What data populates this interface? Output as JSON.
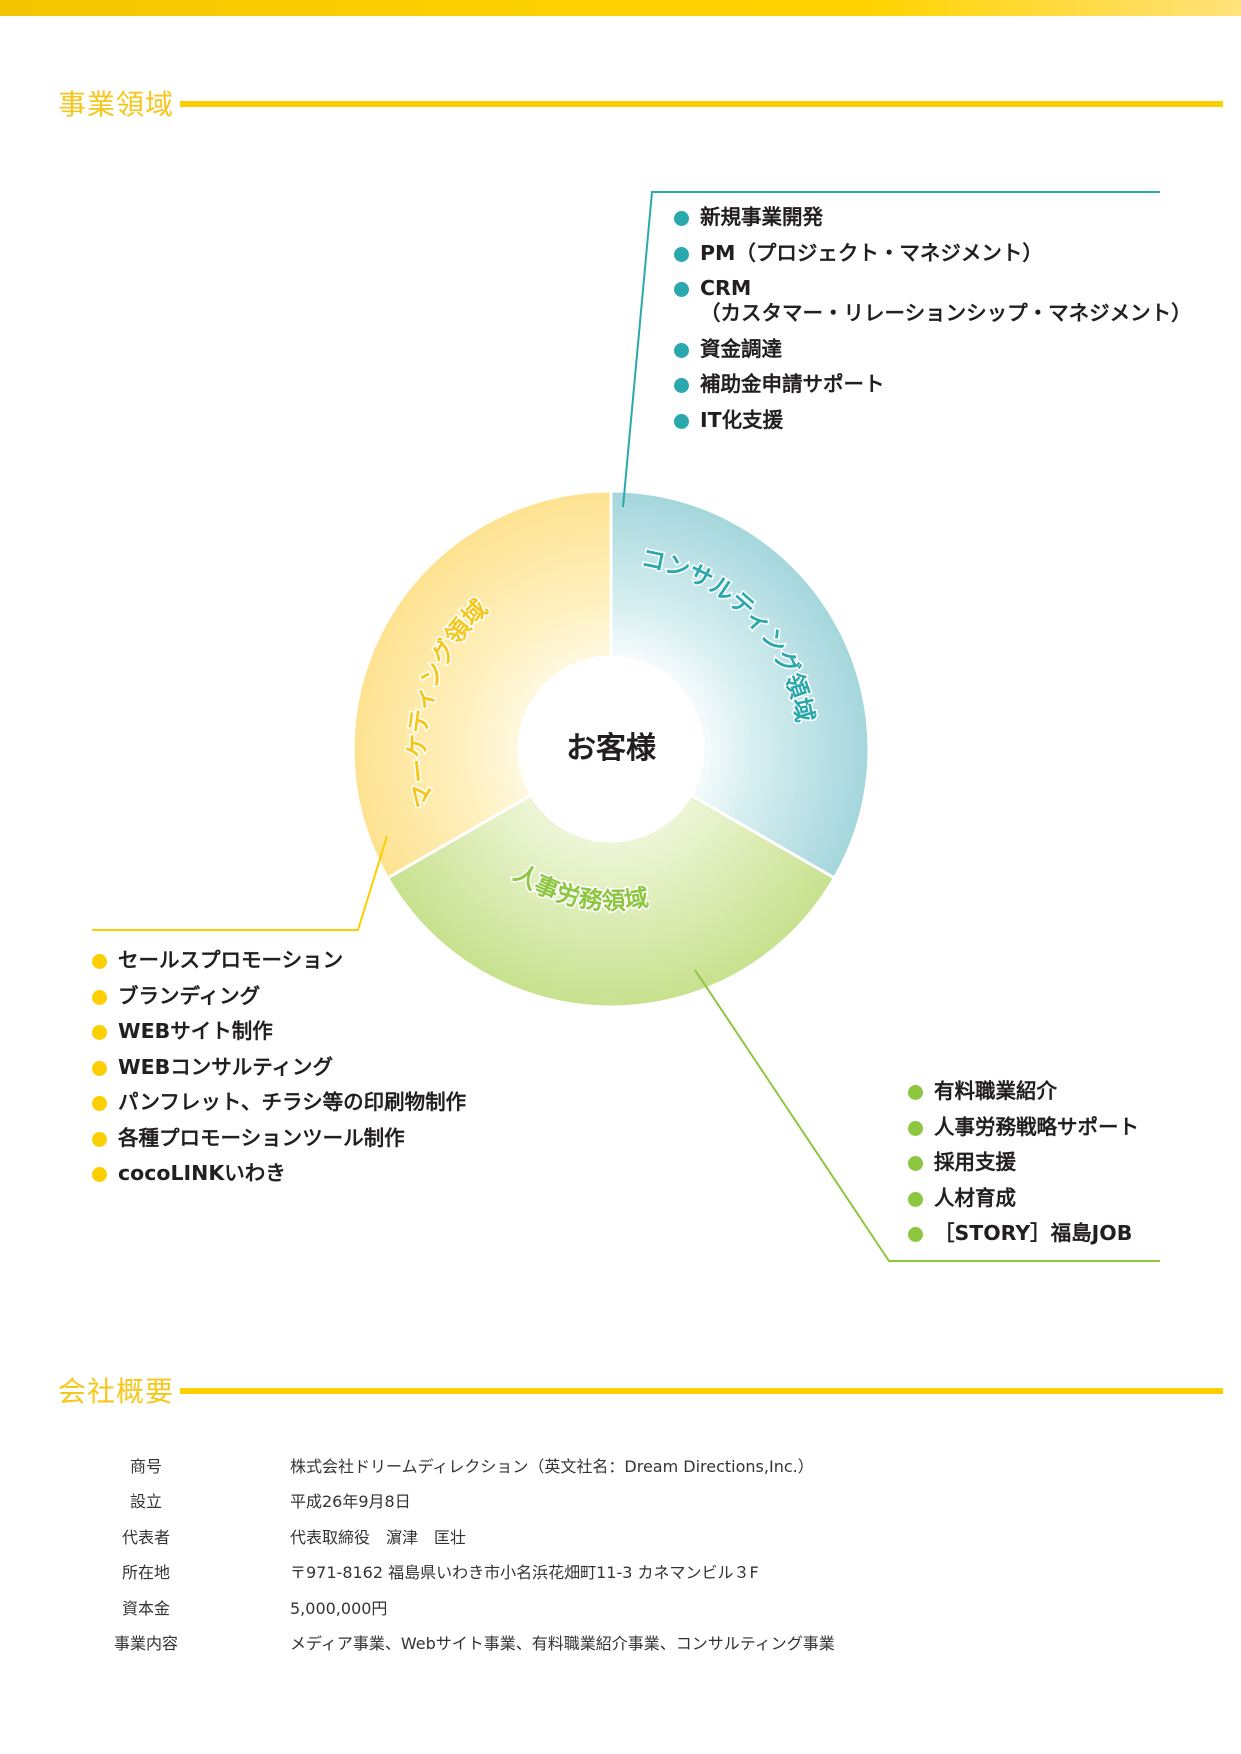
{
  "sections": {
    "business_domains": {
      "title": "事業領域"
    },
    "company_profile": {
      "title": "会社概要"
    }
  },
  "diagram": {
    "center_label": "お客様",
    "segments": [
      {
        "id": "consulting",
        "label": "コンサルティング領域",
        "color": "#2aa9ad"
      },
      {
        "id": "hr",
        "label": "人事労務領域",
        "color": "#8dc63f"
      },
      {
        "id": "marketing",
        "label": "マーケティング領域",
        "color": "#f6c61b"
      }
    ]
  },
  "consulting_items": [
    {
      "label": "新規事業開発"
    },
    {
      "label": "PM（プロジェクト・マネジメント）"
    },
    {
      "label": "CRM",
      "sub": "（カスタマー・リレーションシップ・マネジメント）"
    },
    {
      "label": "資金調達"
    },
    {
      "label": "補助金申請サポート"
    },
    {
      "label": "IT化支援"
    }
  ],
  "marketing_items": [
    {
      "label": "セールスプロモーション"
    },
    {
      "label": "ブランディング"
    },
    {
      "label": "WEBサイト制作"
    },
    {
      "label": "WEBコンサルティング"
    },
    {
      "label": "パンフレット、チラシ等の印刷物制作"
    },
    {
      "label": "各種プロモーションツール制作"
    },
    {
      "label": "cocoLINKいわき"
    }
  ],
  "hr_items": [
    {
      "label": "有料職業紹介"
    },
    {
      "label": "人事労務戦略サポート"
    },
    {
      "label": "採用支援"
    },
    {
      "label": "人材育成"
    },
    {
      "label": "［STORY］福島JOB"
    }
  ],
  "company_profile": [
    {
      "key": "商号",
      "value": "株式会社ドリームディレクション（英文社名：Dream Directions,Inc.）"
    },
    {
      "key": "設立",
      "value": "平成26年9月8日"
    },
    {
      "key": "代表者",
      "value": "代表取締役　濵津　匡壮"
    },
    {
      "key": "所在地",
      "value": "〒971-8162 福島県いわき市小名浜花畑町11-3 カネマンビル３F"
    },
    {
      "key": "資本金",
      "value": "5,000,000円"
    },
    {
      "key": "事業内容",
      "value": "メディア事業、Webサイト事業、有料職業紹介事業、コンサルティング事業"
    }
  ]
}
